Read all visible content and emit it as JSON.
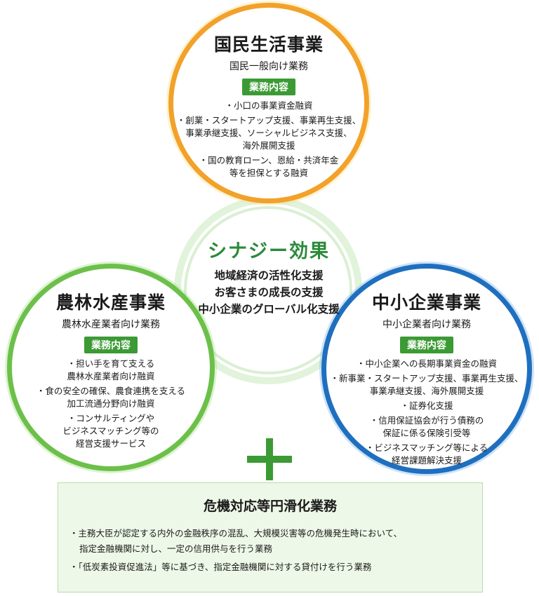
{
  "top": {
    "title": "国民生活事業",
    "subtitle": "国民一般向け業務",
    "badge": "業務内容",
    "items": [
      "・小口の事業資金融資",
      "・創業・スタートアップ支援、事業再生支援、\n事業承継支援、ソーシャルビジネス支援、\n海外展開支援",
      "・国の教育ローン、恩給・共済年金\n等を担保とする融資"
    ]
  },
  "left": {
    "title": "農林水産事業",
    "subtitle": "農林水産業者向け業務",
    "badge": "業務内容",
    "items": [
      "・担い手を育て支える\n農林水産業者向け融資",
      "・食の安全の確保、農食連携を支える\n加工流通分野向け融資",
      "・コンサルティングや\nビジネスマッチング等の\n経営支援サービス"
    ]
  },
  "right": {
    "title": "中小企業事業",
    "subtitle": "中小企業者向け業務",
    "badge": "業務内容",
    "items": [
      "・中小企業への長期事業資金の融資",
      "・新事業・スタートアップ支援、事業再生支援、\n事業承継支援、海外展開支援",
      "・証券化支援",
      "・信用保証協会が行う債務の\n保証に係る保険引受等",
      "・ビジネスマッチング等による\n経営課題解決支援"
    ]
  },
  "synergy": {
    "title": "シナジー効果",
    "lines": [
      "地域経済の活性化支援",
      "お客さまの成長の支援",
      "中小企業のグローバル化支援"
    ]
  },
  "crisis": {
    "title": "危機対応等円滑化業務",
    "items": [
      "・主務大臣が認定する内外の金融秩序の混乱、大規模災害等の危機発生時において、\n指定金融機関に対し、一定の信用供与を行う業務",
      "・「低炭素投資促進法」等に基づき、指定金融機関に対する貸付けを行う業務"
    ]
  },
  "colors": {
    "top_ring": "#f2a12a",
    "left_ring": "#6cc04a",
    "right_ring": "#1f6fbf",
    "green_accent": "#3c9a35",
    "crisis_bg": "#eef8e8"
  }
}
